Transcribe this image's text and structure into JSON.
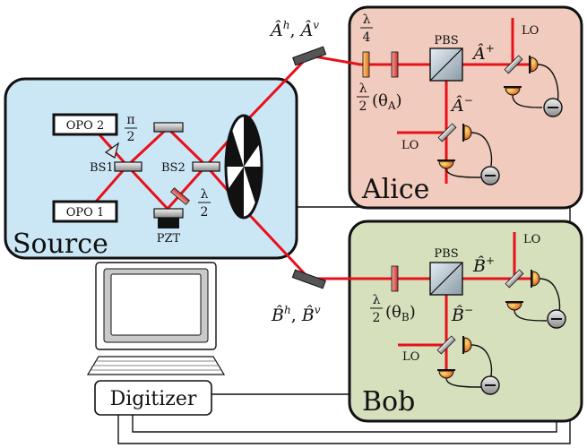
{
  "source": {
    "title": "Source",
    "opo2": "OPO 2",
    "opo1": "OPO 1",
    "bs1": "BS1",
    "bs2": "BS2",
    "pzt": "PZT",
    "pi_num": "π",
    "pi_den": "2",
    "lambda_num": "λ",
    "lambda_den": "2"
  },
  "alice": {
    "title": "Alice",
    "qw_num": "λ",
    "qw_den": "4",
    "hw_num": "λ",
    "hw_den": "2",
    "hw_angle": "(θ",
    "hw_sub": "A",
    "hw_close": ")",
    "pbs": "PBS",
    "lo_top": "LO",
    "lo_bottom": "LO",
    "out_plus": "Â",
    "out_plus_sup": "+",
    "out_minus": "Â",
    "out_minus_sup": "−"
  },
  "bob": {
    "title": "Bob",
    "hw_num": "λ",
    "hw_den": "2",
    "hw_angle": "(θ",
    "hw_sub": "B",
    "hw_close": ")",
    "pbs": "PBS",
    "lo_top": "LO",
    "lo_bottom": "LO",
    "out_plus": "B̂",
    "out_plus_sup": "+",
    "out_minus": "B̂",
    "out_minus_sup": "−"
  },
  "modes": {
    "alice_h": "Â",
    "alice_h_sup": "h",
    "alice_sep": ", ",
    "alice_v": "Â",
    "alice_v_sup": "v",
    "bob_h": "B̂",
    "bob_h_sup": "h",
    "bob_sep": ", ",
    "bob_v": "B̂",
    "bob_v_sup": "v"
  },
  "digitizer": "Digitizer",
  "colors": {
    "source_bg": "#cbe7f6",
    "alice_bg": "#f1cbbd",
    "bob_bg": "#d6e0bc",
    "beam": "#e8101a",
    "detector": "#e07b00"
  }
}
